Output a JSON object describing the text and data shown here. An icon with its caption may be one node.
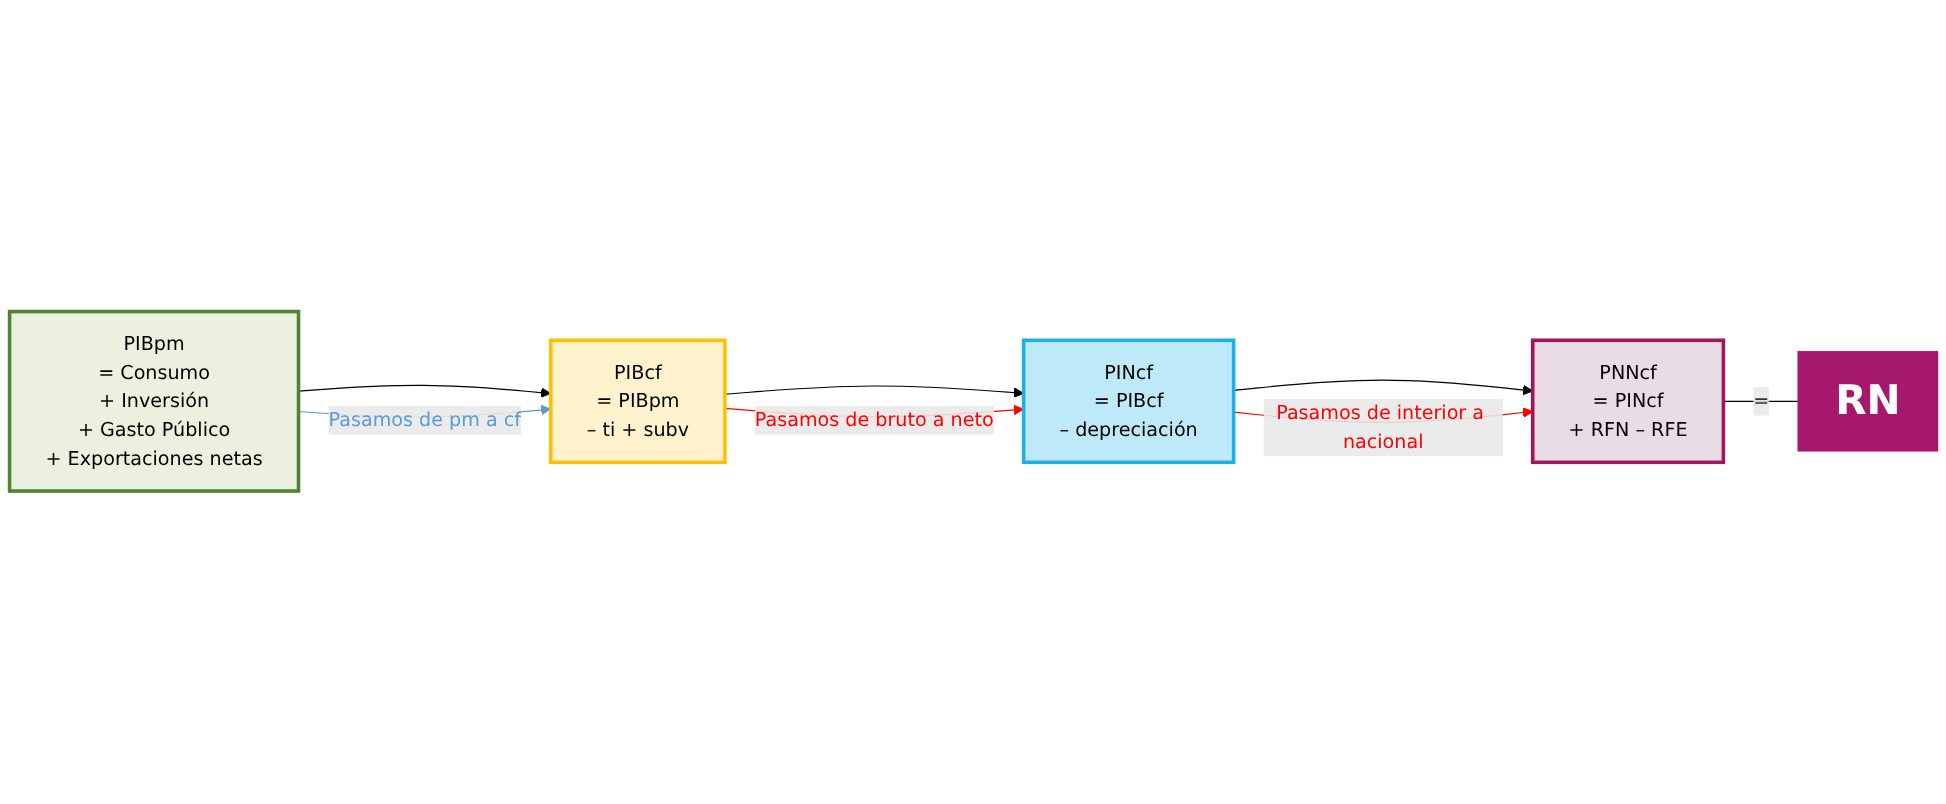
{
  "diagram": {
    "nodes": [
      {
        "text": [
          "PIBpm",
          "= Consumo",
          "+ Inversión",
          "+ Gasto Público",
          "+ Exportaciones netas"
        ]
      },
      {
        "text": [
          "PIBcf",
          "= PIBpm",
          "– ti + subv"
        ]
      },
      {
        "text": [
          "PINcf",
          "= PIBcf",
          "– depreciación"
        ]
      },
      {
        "text": [
          "PNNcf",
          "= PINcf",
          "+ RFN – RFE"
        ]
      },
      {
        "text": [
          "RN"
        ]
      }
    ],
    "edges": [
      {
        "from": 0,
        "to": 1,
        "arrow": "to"
      },
      {
        "from": 1,
        "to": 2,
        "arrow": "to"
      },
      {
        "from": 2,
        "to": 3,
        "arrow": "to"
      },
      {
        "from": 3,
        "to": 4,
        "arrow": "none",
        "label": "="
      },
      {
        "from": 0,
        "to": 1,
        "arrow": "to",
        "label": "Pasamos de pm a cf",
        "color": "#5b9bd5"
      },
      {
        "from": 1,
        "to": 2,
        "arrow": "to",
        "label": "Pasamos de bruto a neto",
        "color": "#ff0000"
      },
      {
        "from": 2,
        "to": 3,
        "arrow": "to",
        "label": "Pasamos de interior a nacional",
        "color": "#ff0000"
      }
    ]
  }
}
